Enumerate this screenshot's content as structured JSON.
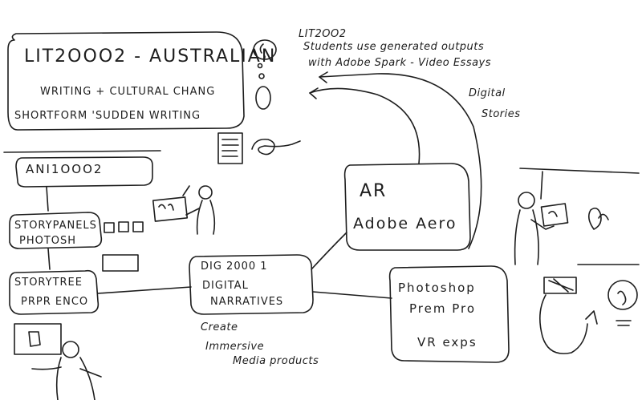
{
  "nodes": {
    "lit": {
      "line1": "LIT2OOO2 - AUSTRALIAN",
      "line2": "WRITING + CULTURAL CHANG",
      "line3": "SHORTFORM 'SUDDEN WRITING"
    },
    "lit_note": {
      "line1": "LIT2OO2",
      "line2": "Students use generated outputs",
      "line3": "with Adobe Spark - Video Essays",
      "line4": "Digital",
      "line5": "Stories"
    },
    "ani": {
      "label": "ANI1OOO2"
    },
    "story": {
      "line1": "STORYPANELS",
      "line2": "PHOTOSH"
    },
    "storytrees": {
      "line1": "STORYTREE",
      "line2": "PRPR ENCO"
    },
    "dig": {
      "line1": "DIG 2000 1",
      "line2": "DIGITAL",
      "line3": "NARRATIVES"
    },
    "dig_note": {
      "line1": "Create",
      "line2": "Immersive",
      "line3": "Media products"
    },
    "ar": {
      "line1": "AR",
      "line2": "Adobe Aero"
    },
    "ps": {
      "line1": "Photoshop",
      "line2": "Prem Pro",
      "line3": "VR exps"
    }
  },
  "colors": {
    "ink": "#1d1d1d",
    "paper": "#ffffff"
  }
}
